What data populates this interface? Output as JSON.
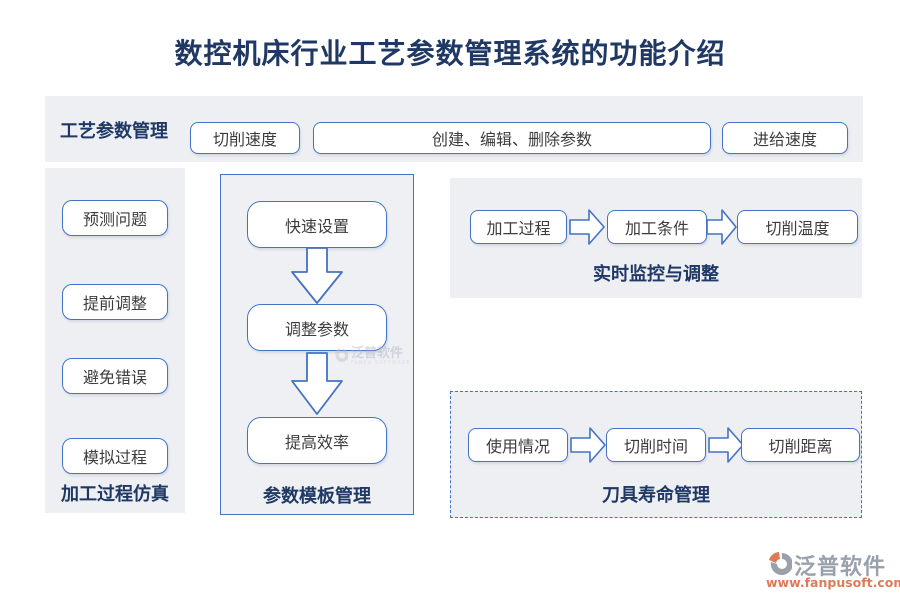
{
  "title": "数控机床行业工艺参数管理系统的功能介绍",
  "top_bar": {
    "label": "工艺参数管理",
    "buttons": [
      "切削速度",
      "创建、编辑、删除参数",
      "进给速度"
    ]
  },
  "left_panel": {
    "items": [
      "预测问题",
      "提前调整",
      "避免错误",
      "模拟过程"
    ],
    "caption": "加工过程仿真"
  },
  "template_panel": {
    "steps": [
      "快速设置",
      "调整参数",
      "提高效率"
    ],
    "caption": "参数模板管理",
    "watermark": {
      "text": "泛普软件",
      "subtext": "FANPU SOFTWARE"
    }
  },
  "monitor_panel": {
    "steps": [
      "加工过程",
      "加工条件",
      "切削温度"
    ],
    "caption": "实时监控与调整"
  },
  "tool_life_panel": {
    "steps": [
      "使用情况",
      "切削时间",
      "切削距离"
    ],
    "caption": "刀具寿命管理"
  },
  "footer": {
    "brand": "泛普软件",
    "url": "www.fanpusoft.com"
  },
  "colors": {
    "accent_blue": "#4472C4",
    "heading_navy": "#1F3864",
    "panel_bg": "#EDEFF3",
    "brand_gray": "#9AA1AC",
    "brand_orange": "#DF7A58"
  }
}
